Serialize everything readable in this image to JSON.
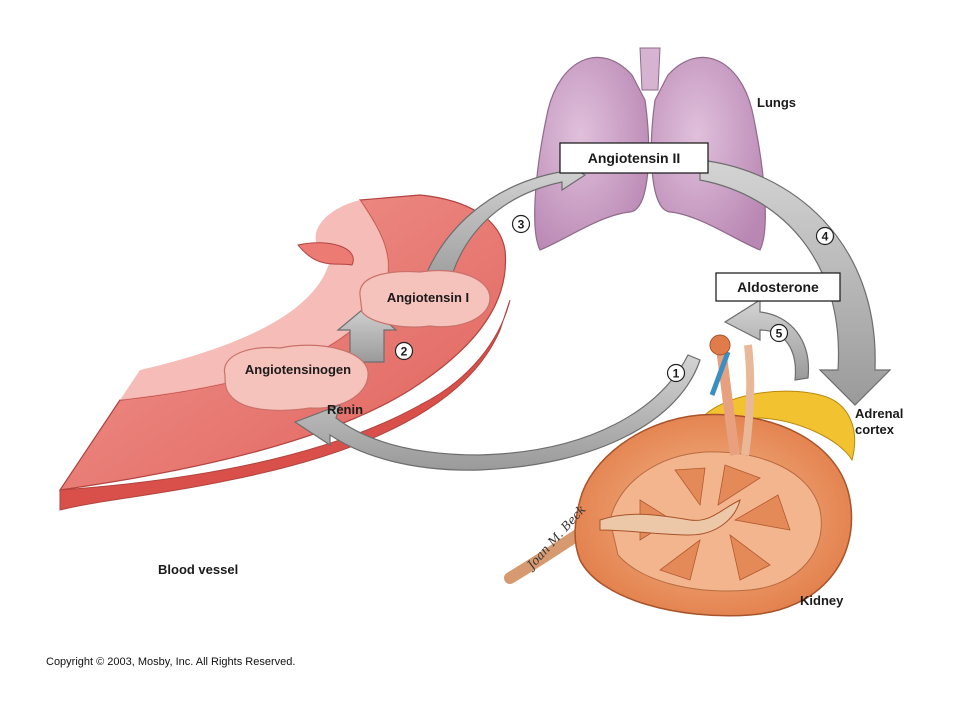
{
  "labels": {
    "lungs": "Lungs",
    "blood_vessel": "Blood vessel",
    "kidney": "Kidney",
    "adrenal_line1": "Adrenal",
    "adrenal_line2": "cortex"
  },
  "substances": {
    "angiotensin_ii": "Angiotensin II",
    "aldosterone": "Aldosterone",
    "angiotensin_i": "Angiotensin I",
    "angiotensinogen": "Angiotensinogen",
    "renin": "Renin"
  },
  "steps": [
    "1",
    "2",
    "3",
    "4",
    "5"
  ],
  "signature": "Joan M. Beck",
  "copyright": "Copyright © 2003, Mosby, Inc. All Rights Reserved.",
  "colors": {
    "vessel": "#e8746d",
    "vessel_inner": "#f3a9a2",
    "lung": "#c99bc4",
    "kidney": "#e88a55",
    "kidney_cortex": "#f0a06e",
    "adrenal": "#f2c230",
    "arrow": "#b8b8b8"
  }
}
